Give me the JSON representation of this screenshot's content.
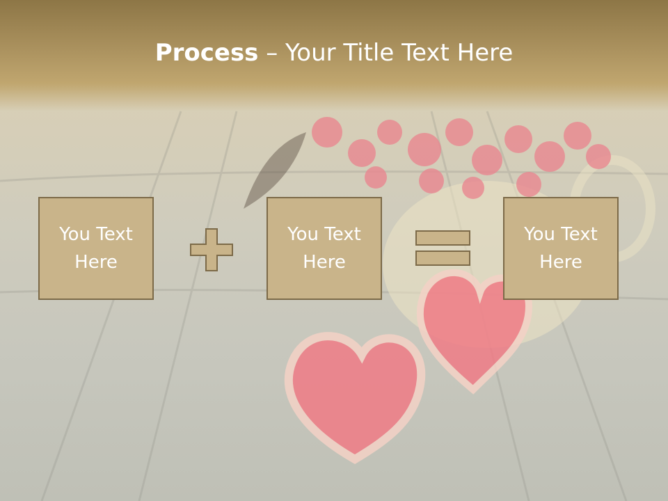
{
  "slide": {
    "title_bold": "Process",
    "title_rest": " – Your Title Text Here"
  },
  "process": {
    "box1": "You Text Here",
    "operator1": "plus-icon",
    "box2": "You Text Here",
    "operator2": "equals-icon",
    "box3": "You Text Here"
  },
  "colors": {
    "header": "#a88f5c",
    "box_fill": "#c9b48a",
    "box_border": "#7c6a48",
    "operator_fill": "#c9b48a"
  }
}
